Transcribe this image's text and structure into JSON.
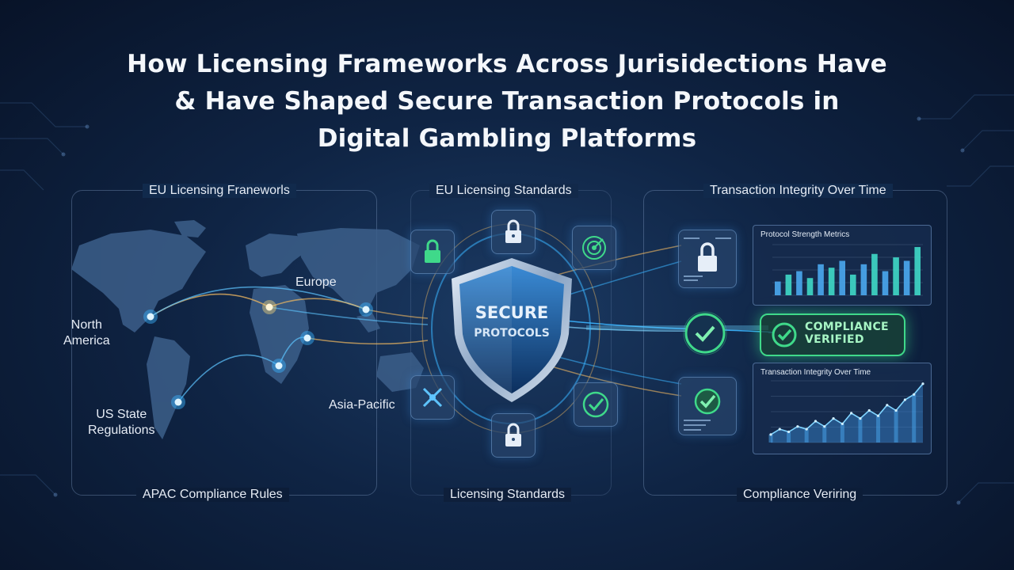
{
  "title": {
    "line1": "How Licensing Frameworks Across  Jurisidections Have",
    "line2": "& Have Shaped Secure Transaction Protocols in",
    "line3": "Digital Gambling Platforms"
  },
  "left_section": {
    "top_label": "EU Licensing Franeworls",
    "bottom_label": "APAC Compliance Rules",
    "regions": {
      "europe": "Europe",
      "north_america_line1": "North",
      "north_america_line2": "America",
      "us_state_line1": "US State",
      "us_state_line2": "Regulations",
      "asia_pacific": "Asia-Pacific"
    }
  },
  "center_section": {
    "top_label": "EU Licensing Standards",
    "bottom_label": "Licensing Standards",
    "shield_line1": "SECURE",
    "shield_line2": "PROTOCOLS"
  },
  "right_section": {
    "top_label": "Transaction Integrity Over Time",
    "bottom_label": "Compliance Veriring",
    "badge_line1": "COMPLIANCE",
    "badge_line2": "VERIFIED"
  },
  "colors": {
    "accent_blue": "#3ab4ff",
    "accent_green": "#3fd98a",
    "accent_gold": "#f0b860"
  },
  "chart_data": [
    {
      "type": "bar",
      "title": "Protocol Strength Metrics",
      "values": [
        4,
        6,
        7,
        5,
        9,
        8,
        10,
        6,
        9,
        12,
        7,
        11,
        10,
        14
      ]
    },
    {
      "type": "area",
      "title": "Transaction Integrity Over Time",
      "values": [
        3,
        5,
        4,
        6,
        5,
        8,
        6,
        9,
        7,
        11,
        9,
        12,
        10,
        14,
        12,
        16,
        18,
        22
      ]
    }
  ]
}
